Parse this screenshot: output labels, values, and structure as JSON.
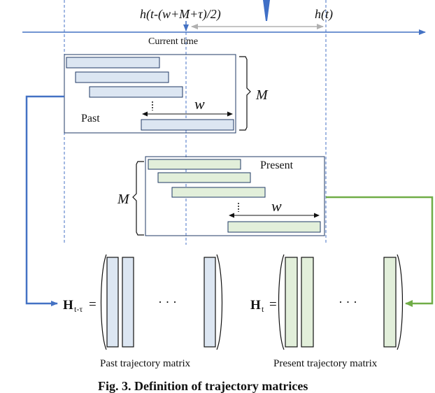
{
  "timeline": {
    "mid_label": "h(t-(w+M+τ)/2)",
    "now_label": "h(t)",
    "current_time_label": "Current time"
  },
  "past_window": {
    "label": "Past",
    "w_label": "w",
    "M_label": "M"
  },
  "present_window": {
    "label": "Present",
    "w_label": "w",
    "M_label": "M"
  },
  "past_matrix": {
    "symbol": "H",
    "subscript": "t-τ",
    "equals": "=",
    "dots": "· · ·",
    "caption": "Past trajectory  matrix"
  },
  "present_matrix": {
    "symbol": "H",
    "subscript": "t",
    "equals": "=",
    "dots": "· · ·",
    "caption": "Present  trajectory  matrix"
  },
  "figure_caption": "Fig. 3. Definition of trajectory matrices",
  "colors": {
    "timeline": "#4472c4",
    "past_bar_fill": "#dce6f2",
    "present_bar_fill": "#e2efda",
    "blue_arrow": "#4472c4",
    "green_arrow": "#70ad47",
    "box_stroke": "#1f3864"
  }
}
